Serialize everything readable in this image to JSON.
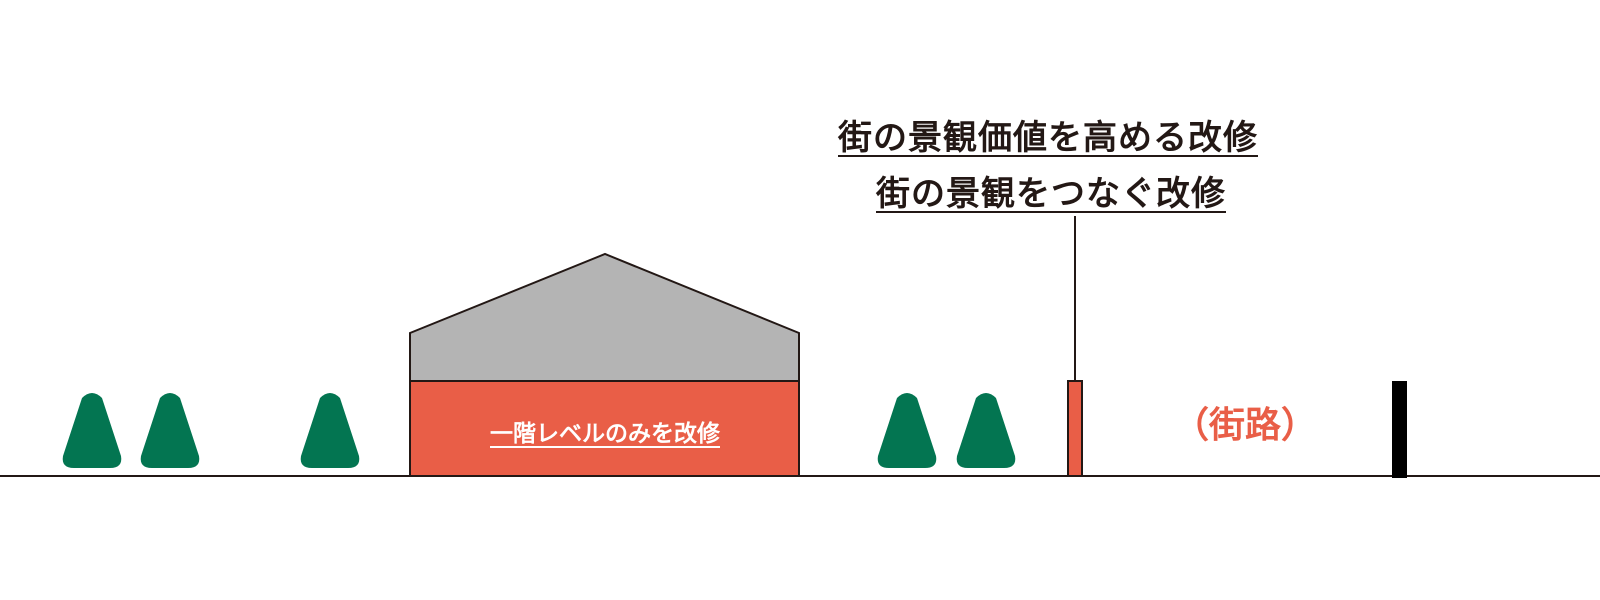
{
  "diagram": {
    "headline_line_1": "街の景観価値を高める改修",
    "headline_line_2": "街の景観をつなぐ改修",
    "house_label": "一階レベルのみを改修",
    "street_label": "（街路）"
  },
  "colors": {
    "accent_orange": "#e95e47",
    "tree_green": "#037551",
    "roof_gray": "#b4b4b4",
    "line_black": "#231815",
    "post_black": "#000000"
  },
  "icons": {
    "tree": "tree-icon",
    "house": "house-icon",
    "post": "post-icon"
  }
}
